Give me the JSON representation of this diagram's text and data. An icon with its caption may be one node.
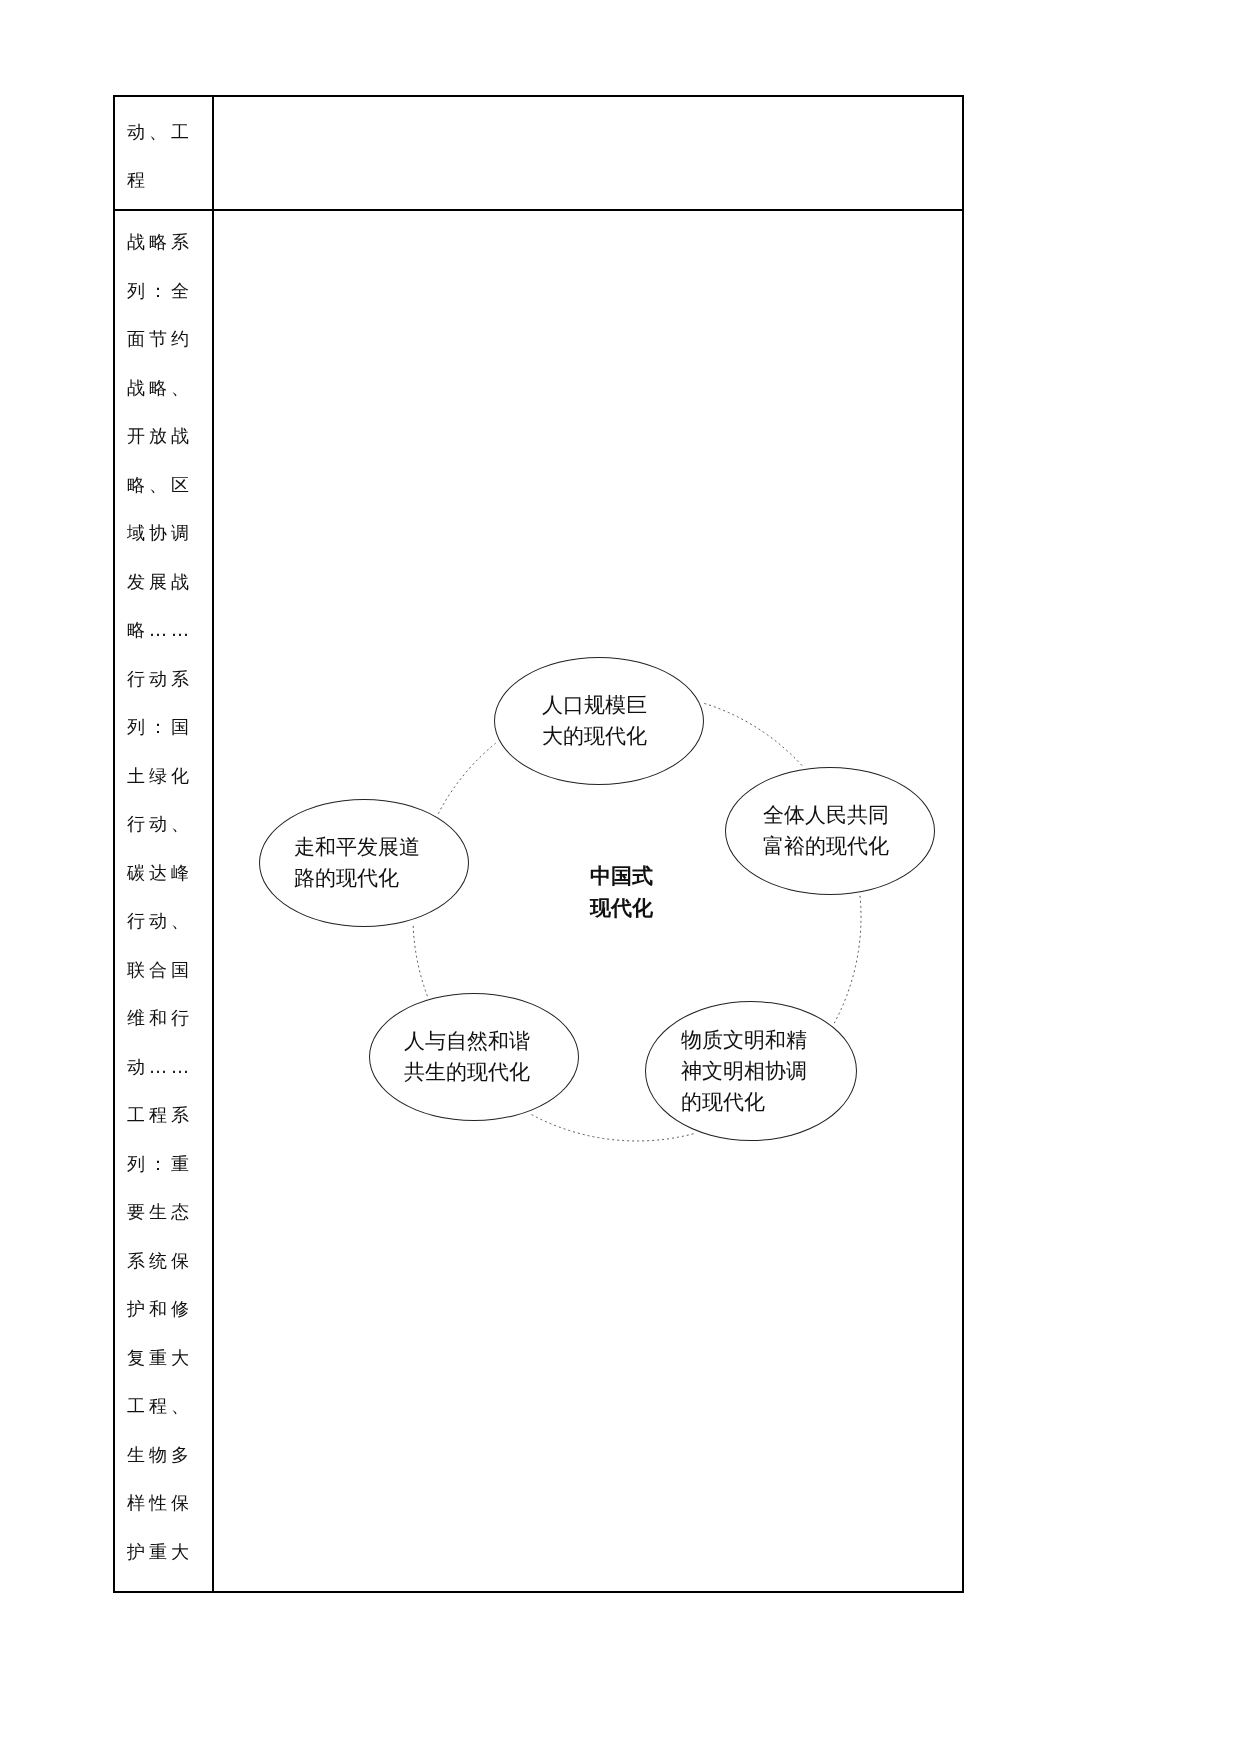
{
  "diagram": {
    "nodes": [
      {
        "text": [
          "人口规模巨大的现代化"
        ]
      },
      {
        "text": [
          "全体人民共同富裕的现代化"
        ]
      },
      {
        "text": [
          "物质文明和精神文明相协调的现代化"
        ]
      },
      {
        "text": [
          "人与自然和谐共生的现代化"
        ]
      },
      {
        "text": [
          "走和平发展道路的现代化"
        ]
      }
    ],
    "edges": [
      {
        "from": 0,
        "to": 1,
        "arrow": "none",
        "style": "dashed"
      },
      {
        "from": 1,
        "to": 2,
        "arrow": "none",
        "style": "dashed"
      },
      {
        "from": 2,
        "to": 3,
        "arrow": "none",
        "style": "dashed"
      },
      {
        "from": 3,
        "to": 4,
        "arrow": "none",
        "style": "dashed"
      },
      {
        "from": 4,
        "to": 0,
        "arrow": "none",
        "style": "dashed"
      }
    ],
    "labels": [
      "动、工程",
      "战略系列：全面节约战略、开放战略、区域协调发展战略……行动系列：国土绿化行动、碳达峰行动、联合国维和行动……工程系列：重要生态系统保护和修复重大工程、生物多样性保护重大",
      "中国式现代化"
    ]
  }
}
